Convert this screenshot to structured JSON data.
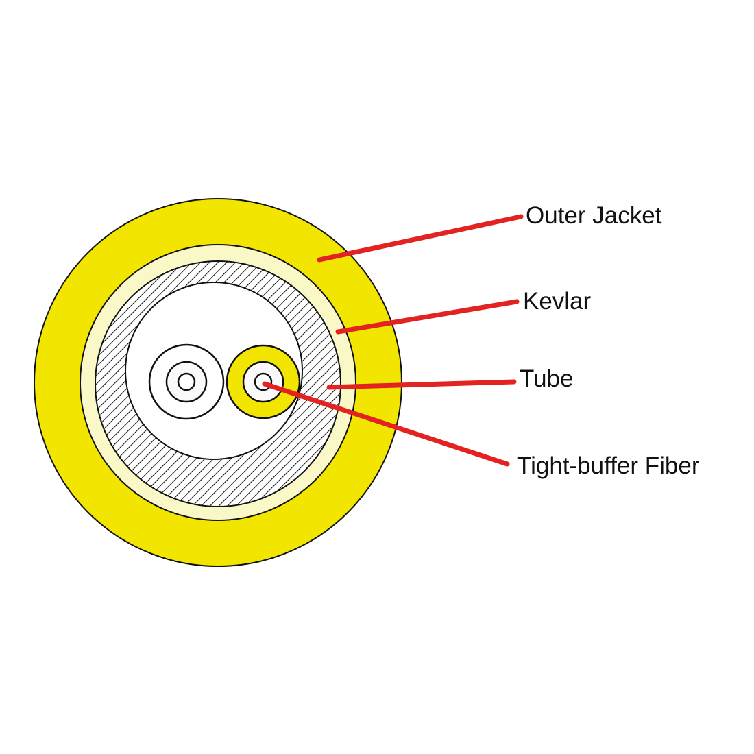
{
  "labels": {
    "outer_jacket": "Outer Jacket",
    "kevlar": "Kevlar",
    "tube": "Tube",
    "tight_buffer_fiber": "Tight-buffer Fiber"
  },
  "colors": {
    "jacket": "#f2e600",
    "kevlar": "#fbf8c8",
    "leader": "#e32222",
    "outline": "#111111"
  }
}
